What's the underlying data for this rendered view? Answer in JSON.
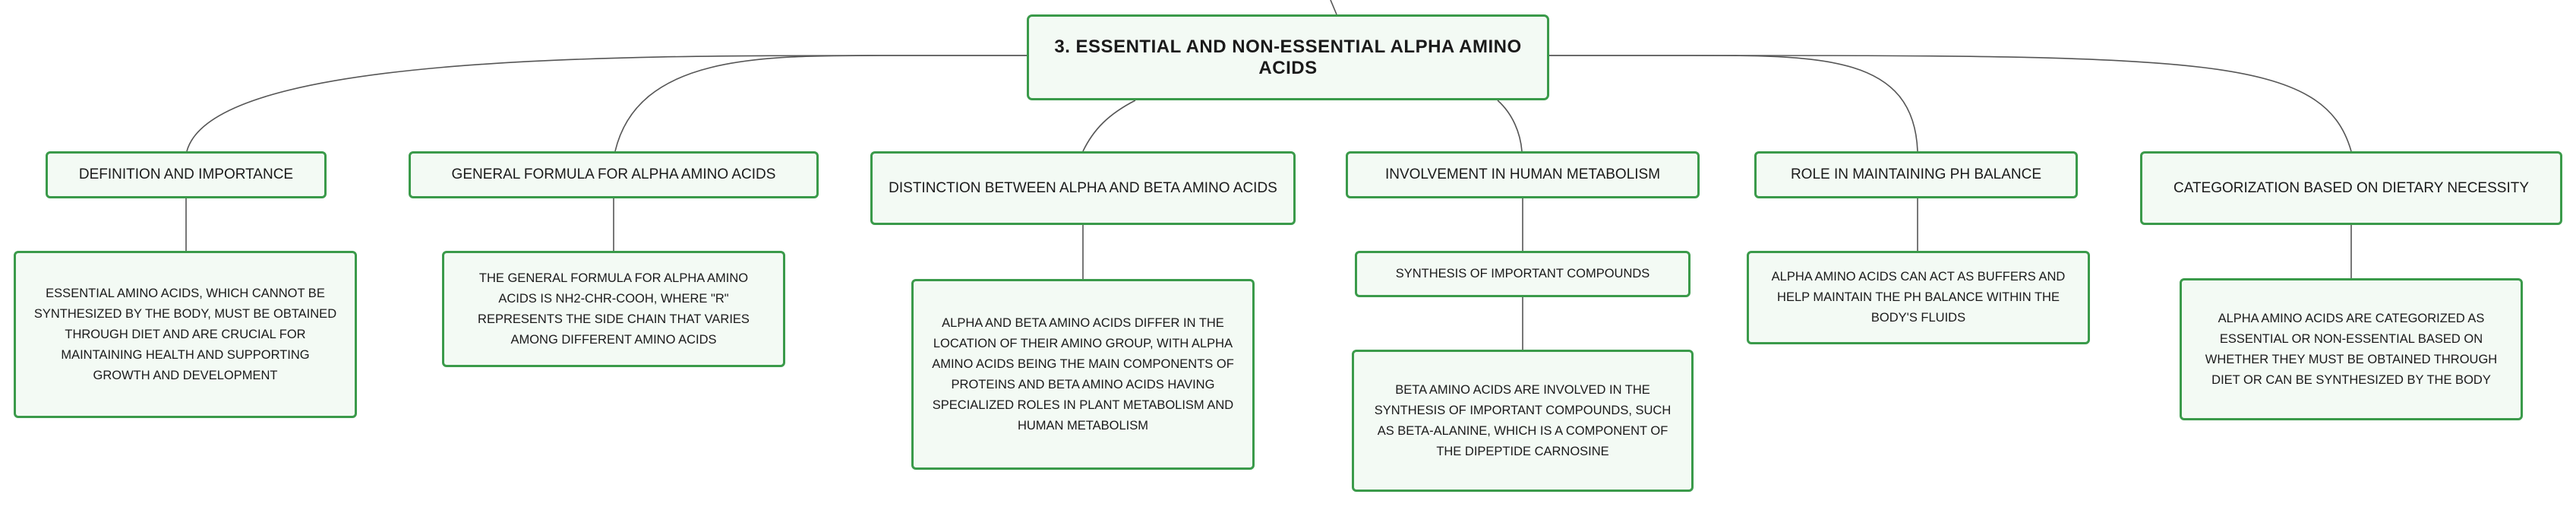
{
  "root": {
    "label": "3. ESSENTIAL AND NON-ESSENTIAL ALPHA AMINO ACIDS"
  },
  "topics": [
    {
      "label": "DEFINITION AND IMPORTANCE"
    },
    {
      "label": "GENERAL FORMULA FOR ALPHA AMINO ACIDS"
    },
    {
      "label": "DISTINCTION BETWEEN ALPHA AND BETA AMINO ACIDS"
    },
    {
      "label": "INVOLVEMENT IN HUMAN METABOLISM"
    },
    {
      "label": "ROLE IN MAINTAINING PH BALANCE"
    },
    {
      "label": "CATEGORIZATION BASED ON DIETARY NECESSITY"
    }
  ],
  "details": [
    {
      "text": "ESSENTIAL AMINO ACIDS, WHICH CANNOT BE SYNTHESIZED BY THE BODY, MUST BE OBTAINED THROUGH DIET AND ARE CRUCIAL FOR MAINTAINING HEALTH AND SUPPORTING GROWTH AND DEVELOPMENT"
    },
    {
      "text": "THE GENERAL FORMULA FOR ALPHA AMINO ACIDS IS NH2-CHR-COOH, WHERE \"R\" REPRESENTS THE SIDE CHAIN THAT VARIES AMONG DIFFERENT AMINO ACIDS"
    },
    {
      "text": "ALPHA AND BETA AMINO ACIDS DIFFER IN THE LOCATION OF THEIR AMINO GROUP, WITH ALPHA AMINO ACIDS BEING THE MAIN COMPONENTS OF PROTEINS AND BETA AMINO ACIDS HAVING SPECIALIZED ROLES IN PLANT METABOLISM AND HUMAN METABOLISM"
    },
    {
      "text": "SYNTHESIS OF IMPORTANT COMPOUNDS"
    },
    {
      "text": "BETA AMINO ACIDS ARE INVOLVED IN THE SYNTHESIS OF IMPORTANT COMPOUNDS, SUCH AS BETA-ALANINE, WHICH IS A COMPONENT OF THE DIPEPTIDE CARNOSINE"
    },
    {
      "text": "ALPHA AMINO ACIDS CAN ACT AS BUFFERS AND HELP MAINTAIN THE PH BALANCE WITHIN THE BODY'S FLUIDS"
    },
    {
      "text": "ALPHA AMINO ACIDS ARE CATEGORIZED AS ESSENTIAL OR NON-ESSENTIAL BASED ON WHETHER THEY MUST BE OBTAINED THROUGH DIET OR CAN BE SYNTHESIZED BY THE BODY"
    }
  ],
  "colors": {
    "border": "#3a9a4a",
    "fill": "#f3faf4",
    "line": "#555555"
  }
}
